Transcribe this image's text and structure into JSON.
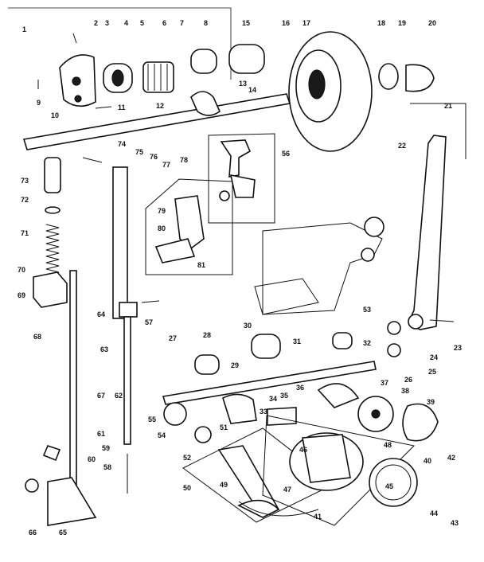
{
  "diagram": {
    "labels": [
      "1",
      "2",
      "3",
      "4",
      "5",
      "6",
      "7",
      "8",
      "9",
      "10",
      "11",
      "12",
      "13",
      "14",
      "15",
      "16",
      "17",
      "18",
      "19",
      "20",
      "21",
      "22",
      "23",
      "24",
      "25",
      "26",
      "27",
      "28",
      "29",
      "30",
      "31",
      "32",
      "33",
      "34",
      "35",
      "36",
      "37",
      "38",
      "39",
      "40",
      "41",
      "42",
      "43",
      "44",
      "45",
      "46",
      "47",
      "48",
      "49",
      "50",
      "51",
      "52",
      "53",
      "54",
      "55",
      "56",
      "57",
      "58",
      "59",
      "60",
      "61",
      "62",
      "63",
      "64",
      "65",
      "66",
      "67",
      "68",
      "69",
      "70",
      "71",
      "72",
      "73",
      "74",
      "75",
      "76",
      "77",
      "78",
      "79",
      "80",
      "81"
    ]
  }
}
